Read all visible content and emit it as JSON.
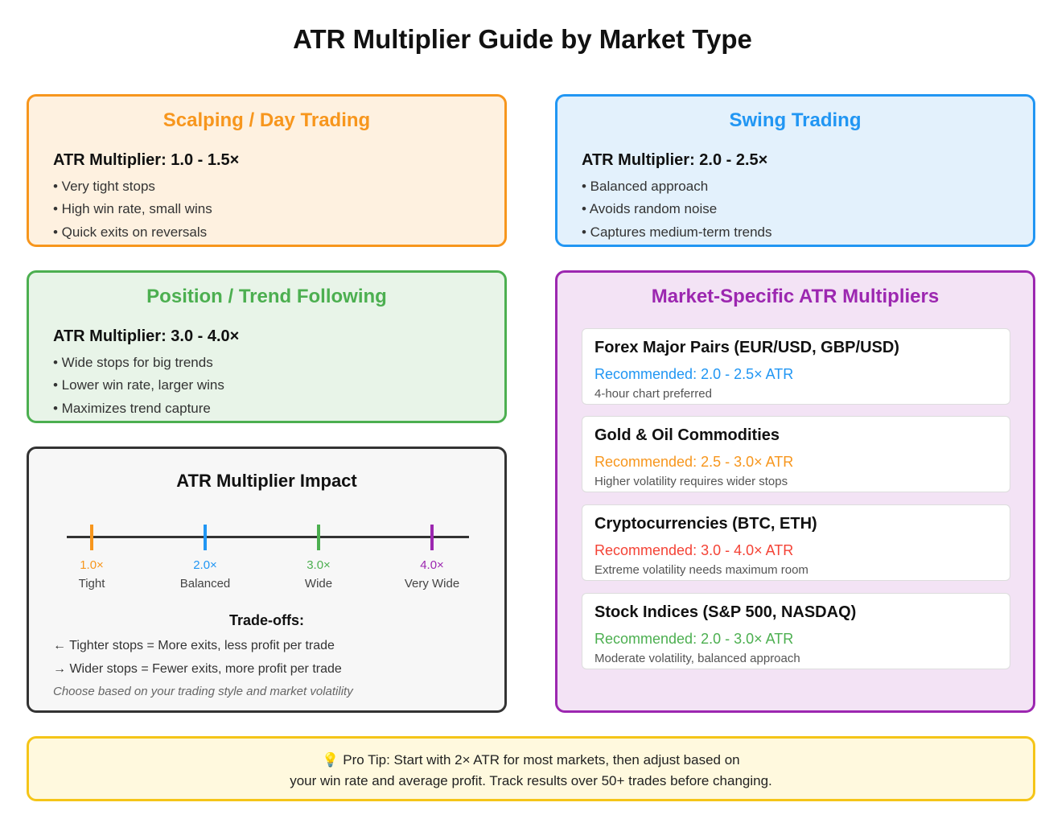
{
  "title": "ATR Multiplier Guide by Market Type",
  "colors": {
    "scalping": "#F7961D",
    "swing": "#2196F3",
    "position": "#4CAF50",
    "market": "#9C27B0",
    "impact": "#333333",
    "crypto": "#F44336",
    "tip": "#F5C518"
  },
  "scalping": {
    "title": "Scalping / Day Trading",
    "multiplier": "ATR Multiplier: 1.0 - 1.5×",
    "bullets": [
      "• Very tight stops",
      "• High win rate, small wins",
      "• Quick exits on reversals"
    ]
  },
  "swing": {
    "title": "Swing Trading",
    "multiplier": "ATR Multiplier: 2.0 - 2.5×",
    "bullets": [
      "• Balanced approach",
      "• Avoids random noise",
      "• Captures medium-term trends"
    ]
  },
  "position": {
    "title": "Position / Trend Following",
    "multiplier": "ATR Multiplier: 3.0 - 4.0×",
    "bullets": [
      "• Wide stops for big trends",
      "• Lower win rate, larger wins",
      "• Maximizes trend capture"
    ]
  },
  "impact": {
    "title": "ATR Multiplier Impact",
    "scale": [
      {
        "value": "1.0×",
        "label": "Tight",
        "color": "#F7961D"
      },
      {
        "value": "2.0×",
        "label": "Balanced",
        "color": "#2196F3"
      },
      {
        "value": "3.0×",
        "label": "Wide",
        "color": "#4CAF50"
      },
      {
        "value": "4.0×",
        "label": "Very Wide",
        "color": "#9C27B0"
      }
    ],
    "tradeoffs_title": "Trade-offs:",
    "tradeoff_1": "← Tighter stops = More exits, less profit per trade",
    "tradeoff_2": "→ Wider stops = Fewer exits, more profit per trade",
    "note": "Choose based on your trading style and market volatility"
  },
  "markets": {
    "title": "Market-Specific ATR Multipliers",
    "cards": [
      {
        "name": "Forex Major Pairs (EUR/USD, GBP/USD)",
        "recommended": "Recommended: 2.0 - 2.5× ATR",
        "note": "4-hour chart preferred",
        "color": "#2196F3"
      },
      {
        "name": "Gold & Oil Commodities",
        "recommended": "Recommended: 2.5 - 3.0× ATR",
        "note": "Higher volatility requires wider stops",
        "color": "#F7961D"
      },
      {
        "name": "Cryptocurrencies (BTC, ETH)",
        "recommended": "Recommended: 3.0 - 4.0× ATR",
        "note": "Extreme volatility needs maximum room",
        "color": "#F44336"
      },
      {
        "name": "Stock Indices (S&P 500, NASDAQ)",
        "recommended": "Recommended: 2.0 - 3.0× ATR",
        "note": "Moderate volatility, balanced approach",
        "color": "#4CAF50"
      }
    ]
  },
  "tip": {
    "icon": "lightbulb-icon",
    "line1": "💡 Pro Tip: Start with 2× ATR for most markets, then adjust based on",
    "line2": "your win rate and average profit. Track results over 50+ trades before changing."
  }
}
